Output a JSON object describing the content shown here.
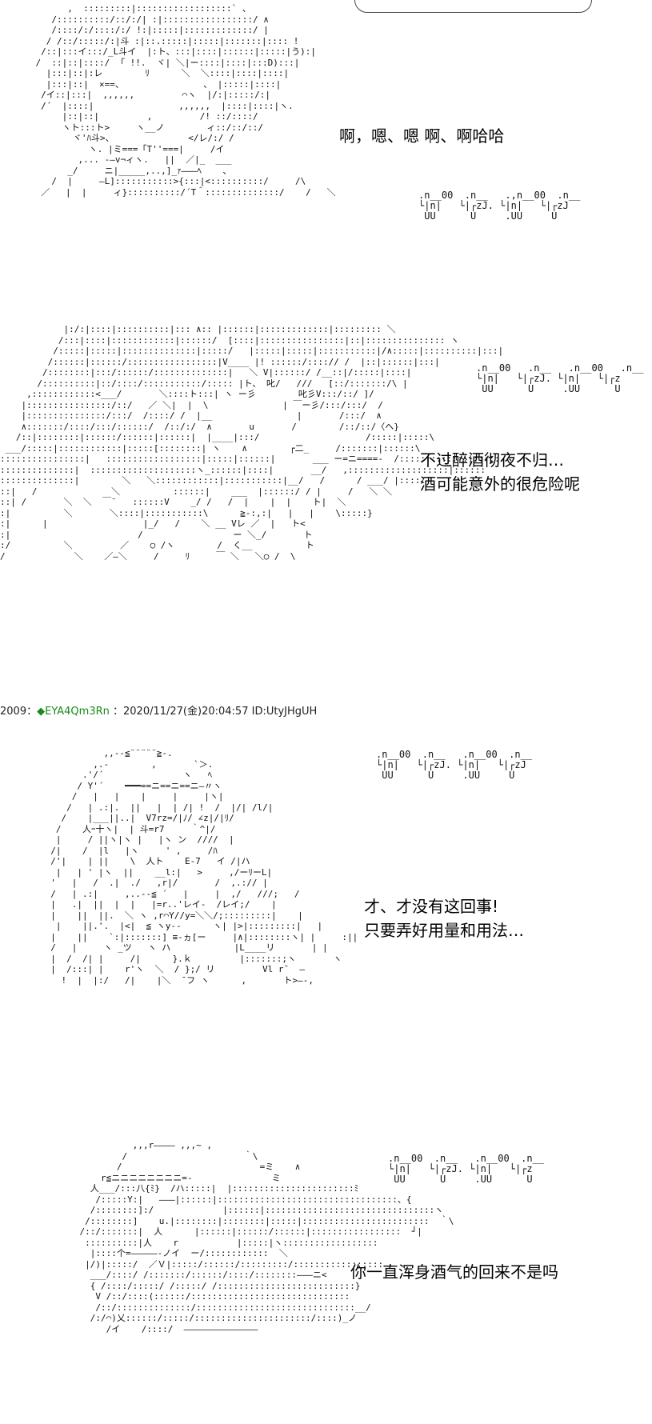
{
  "header": {
    "post_number": "2009",
    "separator": "：",
    "name": "◆EYA4Qm3Rn",
    "date": "：2020/11/27(金)",
    "time": "20:04:57",
    "id": "ID:UtyJHgUH"
  },
  "panels": [
    {
      "dialog": "啊，嗯、嗯 啊、啊哈哈",
      "sfx": ".n__00  .n__   .,n__00  .n__\n└|n|   └|┌zJ. └|n|   └|┌zJ\n UU      U     .UU     U"
    },
    {
      "dialog": "不过醉酒彻夜不归…\n酒可能意外的很危险呢",
      "sfx": ".n__00   .n__   .n__00   .n__\n└|n|   └|┌zJ. └|n|   └|┌z\n UU      U     .UU      U"
    },
    {
      "dialog": "才、才没有这回事!\n只要弄好用量和用法…",
      "sfx": ".n__00  .n__   .n__00  .n__\n└|n|   └|┌zJ. └|n|   └|┌zJ\n UU      U     .UU     U"
    },
    {
      "dialog": "你一直浑身酒气的回来不是吗",
      "sfx": ".n__00  .n__   .n__00  .n__\n└|n|   └|┌zJ. └|n|   └|┌z\n UU      U     .UU      U"
    }
  ],
  "art": {
    "panel1": "          ,  :::::::::|::::::::::::::::::` 、\n       /::::::::::/::/:/| :|:::::::::::::::::/ ∧\n       /::::/:/::::/:/ !:|:::::|:::::::::::::/ |\n      / /::/:::::/:|斗 :|::.:::::|:::::|:::::::|:::: !\n     /::|:::イ:::/_L斗イ  |:ト、:::|::::|::::::|:::::|う):|\n    /  ::|::|::::/  ｢ !!.  ヾ| ＼|ー::::|::::|:::D):::|\n      |:::|::|:レ        ﾘ      ＼  ＼::::|::::|::::|\n      |:::|::|  ×==、               、 |:::::|::::|\n     /イ::|:::|  ,,,,,,         ⌒ヽ  |/:|:::::/:|\n     /´  |::::|                ,,,,,,  |::::|::::|ヽ.\n         |::|::|         ,         /! ::/::::/\n         ヽト:::ト>     ヽ__ノ        ィ::/::/::/\n           ヾ'ﾊ斗>、              </レ/:/ /\n              ヽ. |ミ===「T''===|     /イ\n            ,... -―v¬ィヽ.   ||  ／|_  ___\n          _/     ニ|_____,..,]_ｧ―――ﾍ    、\n       /  |     ―L]:::::::::::>{:::|<::::::::::/     /\\\n     ／   |  |     ィ}::::::::::/´T＾::::::::::::::/    /   ＼",
    "panel2": "            |:/:|::::|::::::::::|::: ∧:: |::::::|:::::::::::::|::::::::: ＼\n           /:::|::::|::::::::::::|::::::/  [::::|::::::::::::::::|::|::::::::::::::: ヽ\n          /:::::|:::::|::::::::::::::|:::::/   |:::::|:::::|:::::::::::|/∧:::::|::::::::::|:::|\n         /::::::|::::::/:::::::::::::::::|V____ |! ::::::/::::// /  |::|::::::|:::|\n        /::::::::|:::/::::::/::::::::::::::|   ＼ V|::::::/ /__::|/:::::|::::|\n       /::::::::::|::/::::/:::::::::::/::::: |ト、 叱/   ///   [::/:::::::/\\ |\n     ,::::::::::::<___/       ＼::::ト:::| ヽ ー彡        叱彡V:::/::/ ]/\n    |::::::::::::::::/::/   ／ ＼|  |  \\              | ￣ー彡/:::/:::/  /\n    |:::::::::::::::/:::/  /::::/ /  |__                |       /:::/  ∧\n    ∧:::::::/::::/:::/::::::/  /::/:/  ∧       u       /        /::/::/〈ヘ}\n   /::|::::::::|::::::/::::::|::::::|  |____|:::/                    /:::::|:::::\\\n ___/:::::|::::::::::::|:::::[::::::::| ヽ    ∧        ┌二_     /:::::::|::::::\\\n::::::::::::::::|   ::::::::::::::::::|:::::|::::::|       ___ ー=ニ====-  /:::::::::::::|:::::\n::::::::::::::|  ::::::::::::::::::::ヽ_::::::|::::|       __/   ,:::::::::::::::::::|::::::\n::::::::::::::|        ＼   ＼::::::::::::|:::::::::::|__/   /      / ___/ |::::/\n::|   /              ＼          ::::::|    ___  |::::::/ / |     /   ＼ ＼\n::| /       ＼  ＼  ￣¨   ::::::V    _/ /   /  |    |  |    ト|  ＼\n:|          ＼       ＼::::|:::::::::::\\      ≧-:,:|   |   |    \\:::::}\n:|      |                  |_/   /    ＼ __ Vレ ／  |   ト<\n:|                        /                 ー ＼_/       ト\n:/          ＼         ／    ○ /ヽ        /  く__          ト\n/             ＼    ／―＼     /     ﾘ     ￣ ＼   ＼○ /  \\",
    "panel3": "            ,,--≦¨¨¨¨¨≧-.\n          ,.-        ,       `＞.\n        .'/´               ヽ   ﾍ\n       / Y'´    ━━━==ニ==ニ==ニ―〃ヽ\n      /   |   |    |     |     |ヽ|\n     /   | .:|.  ||   |  | /| !  /  |/| /l/|\n    /    |___||..|  V7rz=/|ﾉ/ ∠z|/|ﾘ/\n   /    人ｰ十ヽ|  | 斗=r7     ｀^|/\n   |     / ||ヽ|ヽ |   |ヽ ン  ////  |\n  /|    /  |l   |ヽ     ' ,     /ﾊ\n  /'|    | ||    \\  人ト    E-7   イ /|ハ\n   |   | ' |ヽ  ||    __l:|   >     ,/ーﾘーL|\n  '   |   /  .|  ./   ,r|/       /  ,.:// |\n  /   | .:|     ,..--≦ ´   |     |  ,/   ///;   /\n  |   .|  ||  |  |   |=r..'レイ-  /レイ;/    |\n  |    ||  ||.  ＼ ヽ ,r⌒Y//y=＼＼/;:::::::::|    |\n   |    ||.'.  |<|  ≦ ヽy--      ヽ| |>|:::::::::|   |\n  |    ||    `:|:::::::] ≡-ヵ[ー     |∧|::::::::ヽ| |     :||\n  /   |     ヽ _ツ   ヽ ハ            |L____リ       | |\n  |  /  /| |     /|      }.ｋ         |:::::::;ヽ       ヽ\n  |  /:::| |    r'ヽ  ＼  / };/ リ         Vl r¯  ―\n    !  |  |:/   /|    |＼  ¯フ ヽ      ,       ト>―-,",
    "panel4": "                      ,,,r―――― ,,,~ ,\n                    /                      ｀\\\n                   /                          =ミ    ∧\n                r≦ニニニニニニニニ=-               ミ\n              人___/:::八{ﾐ}  /ハ:::::|  |:::::::::::::::::::::::ﾐ\n               /:::::Y:|   ―――|::::::|::::::::::::::::::::::::::::::::::、{\n              /::::::::]:/             |::::::|::::::::::::::::::::::::::::::::ヽ\n             /::::::::]    u.|::::::::|::::::::|:::::|::::::::::::::::::::::::  ｀\\\n            /::/:::::::|  人      |::::::|::::::/::::::|:::::::::::::::::  ┘|\n             ::::::::::|人    r           |:::::|ヽ::::::::::::::::::\n              |::::个=―――――-ノイ  ー/::::::::::::  ＼\n             |/)|:::::/  ／Ｖ|:::::/::::::/:::::::::/:::::::::::::::::\n              ___/::::/ /:::::::/::::::/::::/::::::::―――ニ<\n              { /::::/:::::/ /:::::/ /::::::::::::::::::::::::::}\n               V /::/::::(::::::/::::::::::::::::::::::::::::::\n               /::/::::::::::::::/::::::::::::::::::::::::::::::__/\n              /:/⌒)乂::::::/:::::/::::::::::::::::::::::/::::)_ノ\n                 /イ    /::::/  ――――――――――――――"
  }
}
